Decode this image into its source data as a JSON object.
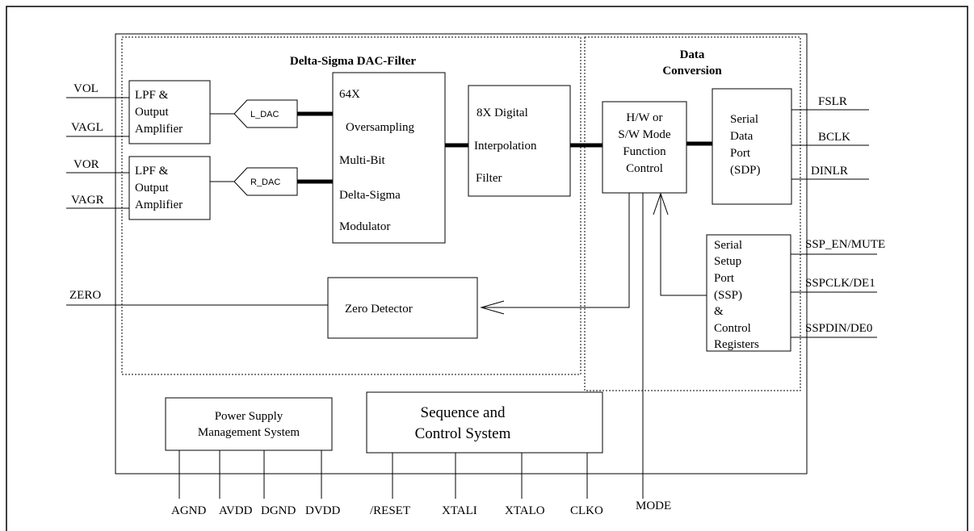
{
  "blocks": {
    "dac_filter_title": "Delta-Sigma DAC-Filter",
    "data_conversion_title": [
      "Data",
      "Conversion"
    ],
    "lpf_left": [
      "LPF &",
      "Output",
      "Amplifier"
    ],
    "lpf_right": [
      "LPF &",
      "Output",
      "Amplifier"
    ],
    "l_dac": "L_DAC",
    "r_dac": "R_DAC",
    "modulator": [
      "64X",
      "Oversampling",
      "Multi-Bit",
      "Delta-Sigma",
      "Modulator"
    ],
    "interpolation": [
      "8X Digital",
      "Interpolation",
      "Filter"
    ],
    "mode_control": [
      "H/W or",
      "S/W Mode",
      "Function",
      "Control"
    ],
    "sdp": [
      "Serial",
      "Data",
      "Port",
      "(SDP)"
    ],
    "ssp": [
      "Serial",
      "Setup",
      "Port",
      "(SSP)",
      "&",
      "Control",
      "Registers"
    ],
    "zero_detector": "Zero Detector",
    "power_supply": [
      "Power Supply",
      "Management System"
    ],
    "sequence_control": [
      "Sequence and",
      "Control System"
    ]
  },
  "pins": {
    "left": [
      "VOL",
      "VAGL",
      "VOR",
      "VAGR",
      "ZERO"
    ],
    "right": [
      "FSLR",
      "BCLK",
      "DINLR",
      "SSP_EN/MUTE",
      "SSPCLK/DE1",
      "SSPDIN/DE0"
    ],
    "bottom": [
      "AGND",
      "AVDD",
      "DGND",
      "DVDD",
      "/RESET",
      "XTALI",
      "XTALO",
      "CLKO",
      "MODE"
    ]
  }
}
